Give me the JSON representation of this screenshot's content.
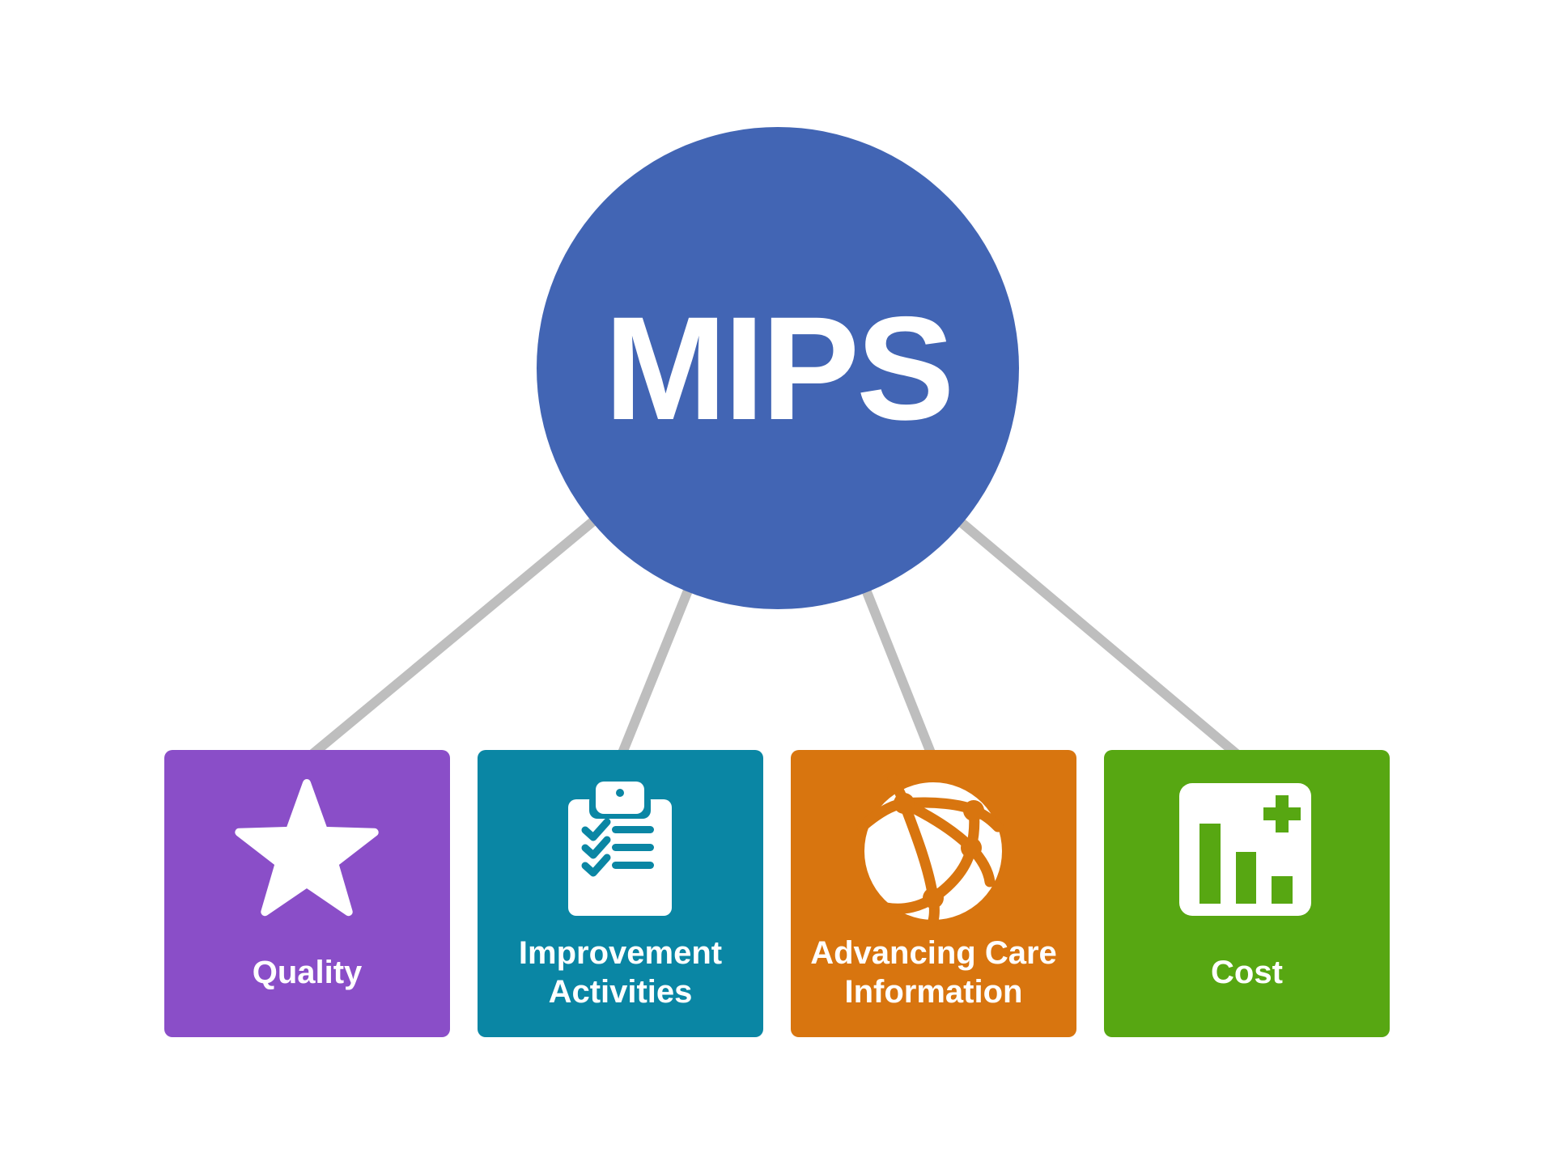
{
  "hub": {
    "title": "MIPS"
  },
  "cards": [
    {
      "id": "quality",
      "label": "Quality",
      "icon": "star-icon",
      "color": "#8a4ec8"
    },
    {
      "id": "improvement-activities",
      "label": "Improvement Activities",
      "icon": "clipboard-checklist-icon",
      "color": "#0a86a4"
    },
    {
      "id": "advancing-care-information",
      "label": "Advancing Care Information",
      "icon": "globe-network-icon",
      "color": "#d8750f"
    },
    {
      "id": "cost",
      "label": "Cost",
      "icon": "bar-chart-plus-icon",
      "color": "#57a712"
    }
  ],
  "colors": {
    "hub_blue": "#4265b4",
    "quality_purple": "#8a4ec8",
    "improvement_teal": "#0a86a4",
    "advancing_orange": "#d8750f",
    "cost_green": "#57a712",
    "connector_gray": "#bebebe",
    "label_text": "#ffffff",
    "background": "#ffffff"
  }
}
